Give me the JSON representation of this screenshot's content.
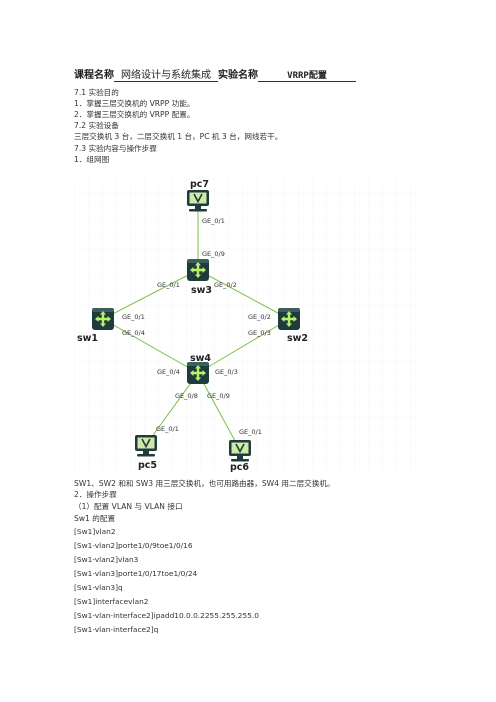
{
  "header": {
    "course_label": "课程名称",
    "course_value": "网络设计与系统集成",
    "exp_label": "实验名称",
    "exp_value": "VRRP配置"
  },
  "sections": {
    "s1": "7.1 实验目的",
    "s1_1": "1．掌握三层交换机的 VRPP 功能。",
    "s1_2": "2．掌握三层交换机的 VRPP 配置。",
    "s2": "7.2 实验设备",
    "s2_1": "三层交换机 3 台，二层交换机 1 台，PC 机 3 台，网线若干。",
    "s3": "7.3 实验内容与操作步骤",
    "s3_1": "1．组网图"
  },
  "diagram": {
    "devices": {
      "pc7": "pc7",
      "sw3": "sw3",
      "sw1": "sw1",
      "sw2": "sw2",
      "sw4": "sw4",
      "pc5": "pc5",
      "pc6": "pc6"
    },
    "ports": {
      "pc7_ge01": "GE_0/1",
      "sw3_ge09": "GE_0/9",
      "sw3_ge01": "GE_0/1",
      "sw3_ge02": "GE_0/2",
      "sw1_ge01": "GE_0/1",
      "sw1_ge04": "GE_0/4",
      "sw2_ge02": "GE_0/2",
      "sw2_ge03": "GE_0/3",
      "sw4_ge04": "GE_0/4",
      "sw4_ge03": "GE_0/3",
      "sw4_ge08": "GE_0/8",
      "sw4_ge09": "GE_0/9",
      "pc5_ge01": "GE_0/1",
      "pc6_ge01": "GE_0/1"
    },
    "colors": {
      "link": "#7bc043",
      "device": "#1f3b3b",
      "device_glyph": "#b7f06a"
    }
  },
  "after_diagram": {
    "note": "SW1、SW2 和和 SW3 用三层交换机，也可用路由器，SW4 用二层交换机。",
    "step2": "2．操作步骤",
    "step2_1": "（1）配置 VLAN 与 VLAN 接口",
    "sw1_cfg": "Sw1 的配置"
  },
  "commands": [
    "[Sw1]vlan2",
    "[Sw1-vlan2]porte1/0/9toe1/0/16",
    "[Sw1-vlan2]vlan3",
    "[Sw1-vlan3]porte1/0/17toe1/0/24",
    "[Sw1-vlan3]q",
    "[Sw1]interfacevlan2",
    "[Sw1-vlan-interface2]ipadd10.0.0.2255.255.255.0",
    "[Sw1-vlan-interface2]q"
  ]
}
